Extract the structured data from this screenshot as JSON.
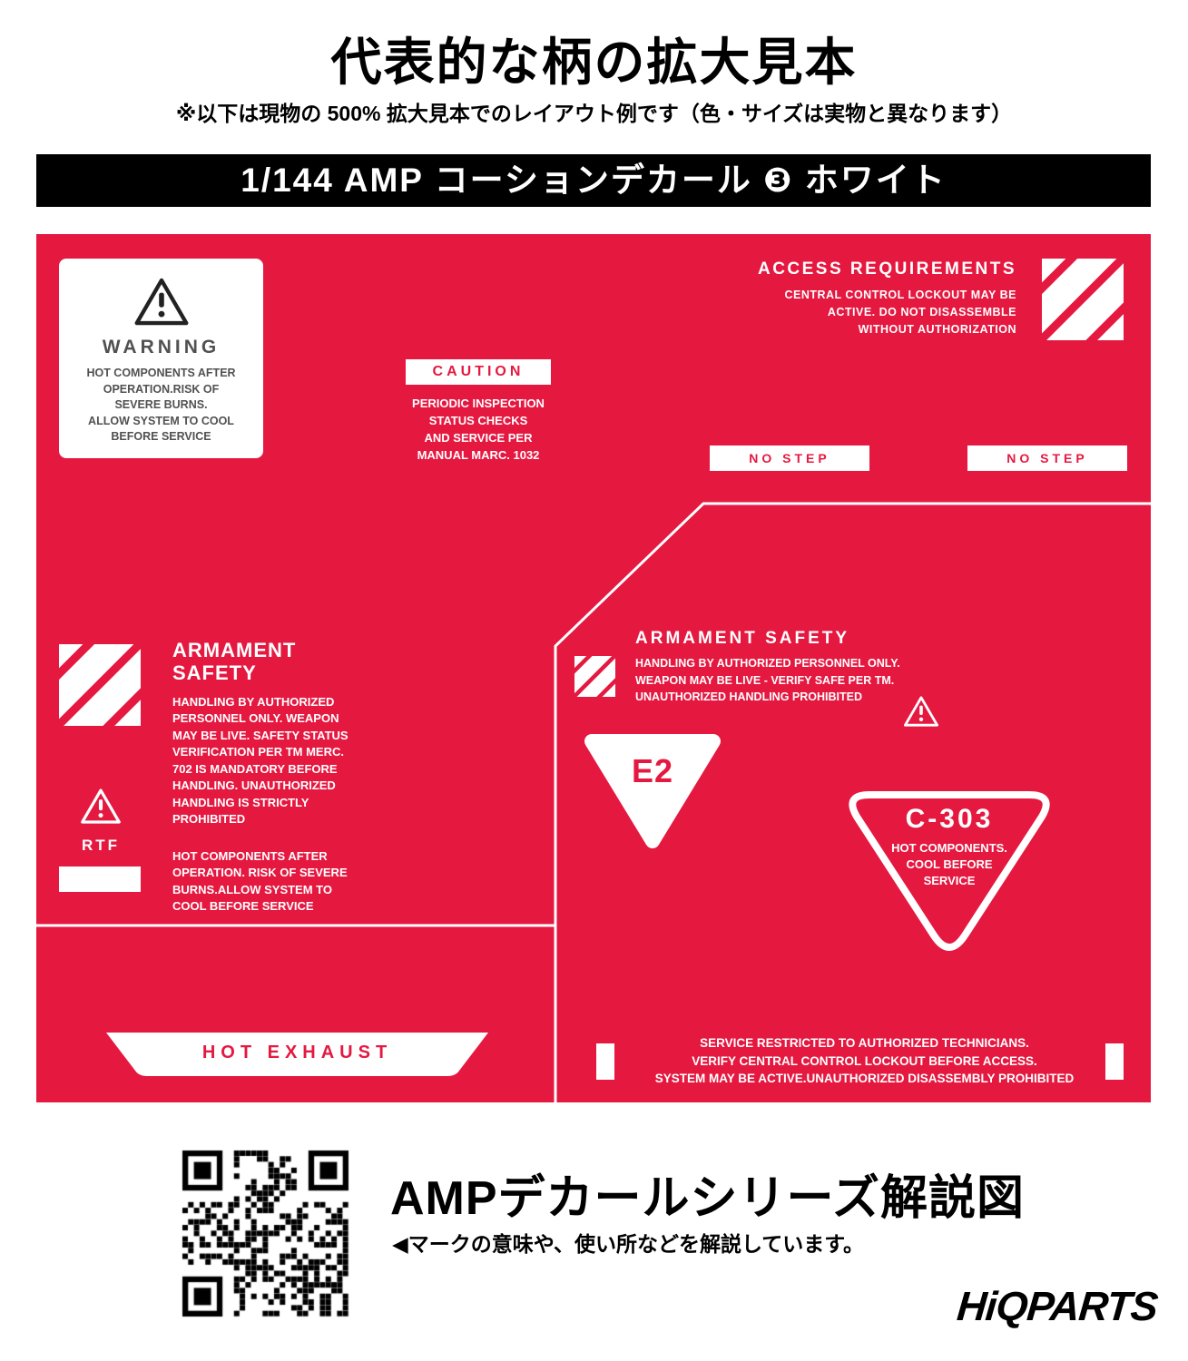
{
  "colors": {
    "red": "#e51840",
    "black": "#000000",
    "white": "#ffffff",
    "label_gray": "#515151"
  },
  "icons": {
    "warning_triangle": "triangle-exclamation",
    "hazard_stripes": "diagonal-stripes",
    "pointer": "◀"
  },
  "header": {
    "title": "代表的な柄の拡大見本",
    "note": "※以下は現物の 500% 拡大見本でのレイアウト例です（色・サイズは実物と異なります）",
    "banner": "1/144 AMP コーションデカール ❸ ホワイト"
  },
  "sheet": {
    "warning_box": {
      "title": "WARNING",
      "body": [
        "HOT COMPONENTS AFTER",
        "OPERATION.RISK OF",
        "SEVERE BURNS.",
        "ALLOW SYSTEM TO COOL",
        "BEFORE SERVICE"
      ]
    },
    "caution": {
      "label": "CAUTION",
      "body": [
        "PERIODIC INSPECTION",
        "STATUS CHECKS",
        "AND SERVICE PER",
        "MANUAL MARC. 1032"
      ]
    },
    "access": {
      "title": "ACCESS REQUIREMENTS",
      "body": [
        "CENTRAL CONTROL LOCKOUT MAY BE",
        "ACTIVE. DO NOT DISASSEMBLE",
        "WITHOUT AUTHORIZATION"
      ]
    },
    "no_step_left": "NO STEP",
    "no_step_right": "NO STEP",
    "armament_left": {
      "title": [
        "ARMAMENT",
        "SAFETY"
      ],
      "body": [
        "HANDLING BY AUTHORIZED",
        "PERSONNEL ONLY. WEAPON",
        "MAY BE LIVE. SAFETY STATUS",
        "VERIFICATION PER TM MERC.",
        "702 IS MANDATORY BEFORE",
        "HANDLING. UNAUTHORIZED",
        "HANDLING IS STRICTLY",
        "PROHIBITED"
      ],
      "rtf_label": "RTF",
      "body2": [
        "HOT COMPONENTS AFTER",
        "OPERATION. RISK OF SEVERE",
        "BURNS.ALLOW SYSTEM TO",
        "COOL BEFORE SERVICE"
      ]
    },
    "armament_right": {
      "title": "ARMAMENT SAFETY",
      "body": [
        "HANDLING BY AUTHORIZED PERSONNEL ONLY.",
        "WEAPON MAY BE LIVE - VERIFY SAFE PER TM.",
        "UNAUTHORIZED HANDLING PROHIBITED"
      ],
      "e2_label": "E2",
      "c303": {
        "code": "C-303",
        "body": [
          "HOT COMPONENTS.",
          "COOL BEFORE",
          "SERVICE"
        ]
      }
    },
    "hot_exhaust": "HOT EXHAUST",
    "service_note": [
      "SERVICE RESTRICTED TO AUTHORIZED TECHNICIANS.",
      "VERIFY CENTRAL CONTROL LOCKOUT BEFORE ACCESS.",
      "SYSTEM MAY BE ACTIVE.UNAUTHORIZED DISASSEMBLY PROHIBITED"
    ]
  },
  "footer": {
    "title": "AMPデカールシリーズ解説図",
    "subtitle": "◀マークの意味や、使い所などを解説しています。",
    "logo": "HiQPARTS"
  }
}
